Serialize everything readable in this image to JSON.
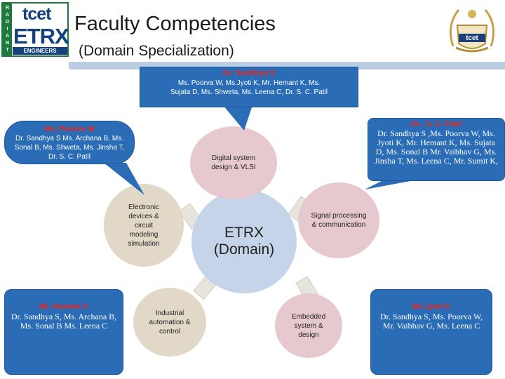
{
  "header": {
    "title": "Faculty Competencies",
    "subtitle": "(Domain Specialization)"
  },
  "logo": {
    "side_text": [
      "R",
      "A",
      "D",
      "I",
      "A",
      "N",
      "T"
    ],
    "top_text": "tcet",
    "main_text": "ETRX",
    "bottom_text": "ENGINEERS"
  },
  "crest": {
    "text": "tcet"
  },
  "center": {
    "label": "ETRX",
    "sublabel": "(Domain)"
  },
  "domains": {
    "vlsi": "Digital system design & VLSI",
    "simulation": "Electronic devices & circuit modeling simulation",
    "signal": "Signal processing & communication",
    "control": "Industrial automation & control",
    "embedded": "Embedded system & design"
  },
  "callouts": {
    "sandhya": {
      "name": "Dr. Sandhya S",
      "members": "Ms. Poorva W, Ms.Jyoti K, Mr. Hemant K, Ms. Sujata D, Ms. Shweta, Ms. Leena C, Dr. S. C. Patil"
    },
    "poorva": {
      "name": "Ms. Poorva W",
      "members": "Dr. Sandhya S Ms. Archana B, Ms. Sonal B, Ms. Shweta, Ms. Jinsha T, Dr. S. C. Patil"
    },
    "patil": {
      "name": "Dr.. S. C. Patil",
      "members": "Dr. Sandhya S ,Ms. Poorva W, Ms. Jyoti K, Mr. Hemant K, Ms. Sujata D, Ms. Sonal B Mr. Vaibhav G, Ms. Jinsha T, Ms. Leena C, Mr. Sumit K,"
    },
    "hemant": {
      "name": "Mr. Hemant K",
      "members": "Dr. Sandhya S, Ms. Archana B, Ms. Sonal B Ms. Leena C"
    },
    "jyoti": {
      "name": "Ms.Jyoti K",
      "members": "Dr. Sandhya S, Ms. Poorva W, Mr. Vaibhav G, Ms. Leena C"
    }
  },
  "colors": {
    "callout": "#2a6db6",
    "name_red": "#e8241c",
    "pink": "#e6c9ce",
    "beige": "#e2d8c7",
    "center": "#c6d4ea",
    "bar": "#bccde3"
  }
}
